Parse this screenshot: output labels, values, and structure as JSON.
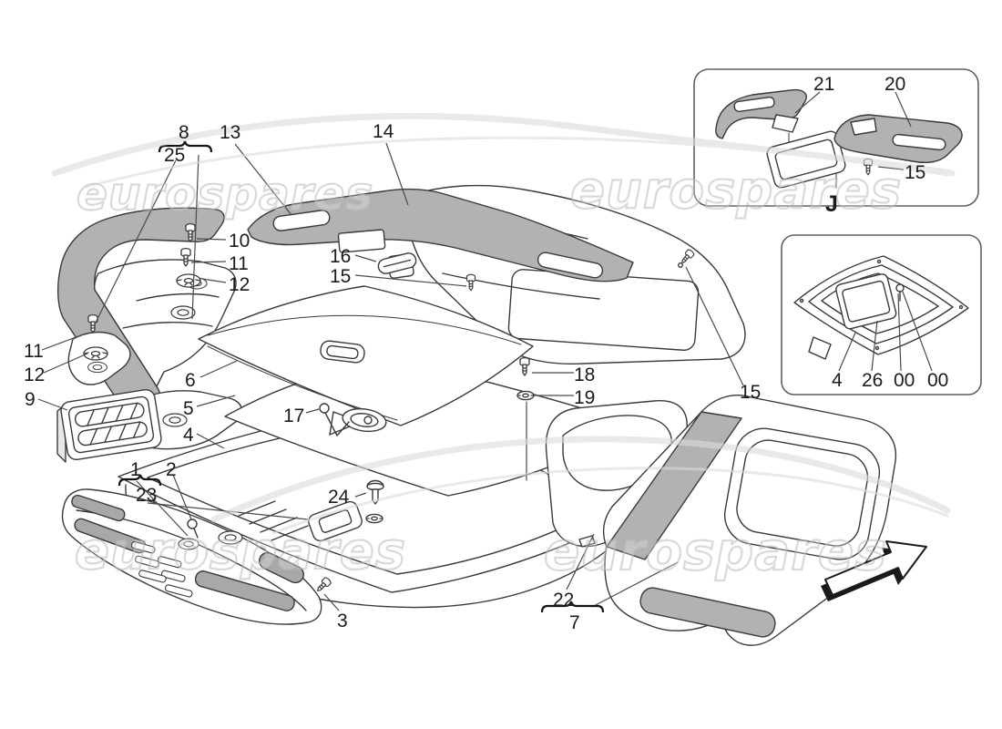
{
  "page": {
    "background": "#ffffff"
  },
  "watermark": {
    "text": "eurospares"
  },
  "colors": {
    "line": "#3a3a3a",
    "shaded_part": "#b2b2b2",
    "label_text": "#1c1c1c",
    "watermark_stroke": "#c0c0c0",
    "swoosh": "#dcdcdc"
  },
  "callouts": [
    {
      "id": "8",
      "text": "8"
    },
    {
      "id": "25",
      "text": "25"
    },
    {
      "id": "13",
      "text": "13"
    },
    {
      "id": "14",
      "text": "14"
    },
    {
      "id": "10",
      "text": "10"
    },
    {
      "id": "11-right",
      "text": "11"
    },
    {
      "id": "12-right",
      "text": "12"
    },
    {
      "id": "11-left",
      "text": "11"
    },
    {
      "id": "12-left",
      "text": "12"
    },
    {
      "id": "9",
      "text": "9"
    },
    {
      "id": "16",
      "text": "16"
    },
    {
      "id": "15-center",
      "text": "15"
    },
    {
      "id": "6",
      "text": "6"
    },
    {
      "id": "5",
      "text": "5"
    },
    {
      "id": "4",
      "text": "4"
    },
    {
      "id": "17",
      "text": "17"
    },
    {
      "id": "18",
      "text": "18"
    },
    {
      "id": "19",
      "text": "19"
    },
    {
      "id": "24",
      "text": "24"
    },
    {
      "id": "1",
      "text": "1"
    },
    {
      "id": "23",
      "text": "23"
    },
    {
      "id": "2",
      "text": "2"
    },
    {
      "id": "3",
      "text": "3"
    },
    {
      "id": "22",
      "text": "22"
    },
    {
      "id": "7",
      "text": "7"
    },
    {
      "id": "15-right",
      "text": "15"
    },
    {
      "id": "21",
      "text": "21"
    },
    {
      "id": "20",
      "text": "20"
    },
    {
      "id": "15-inset",
      "text": "15"
    },
    {
      "id": "inset-tag",
      "text": "J"
    },
    {
      "id": "4-inset",
      "text": "4"
    },
    {
      "id": "26",
      "text": "26"
    },
    {
      "id": "00-a",
      "text": "00"
    },
    {
      "id": "00-b",
      "text": "00"
    }
  ]
}
